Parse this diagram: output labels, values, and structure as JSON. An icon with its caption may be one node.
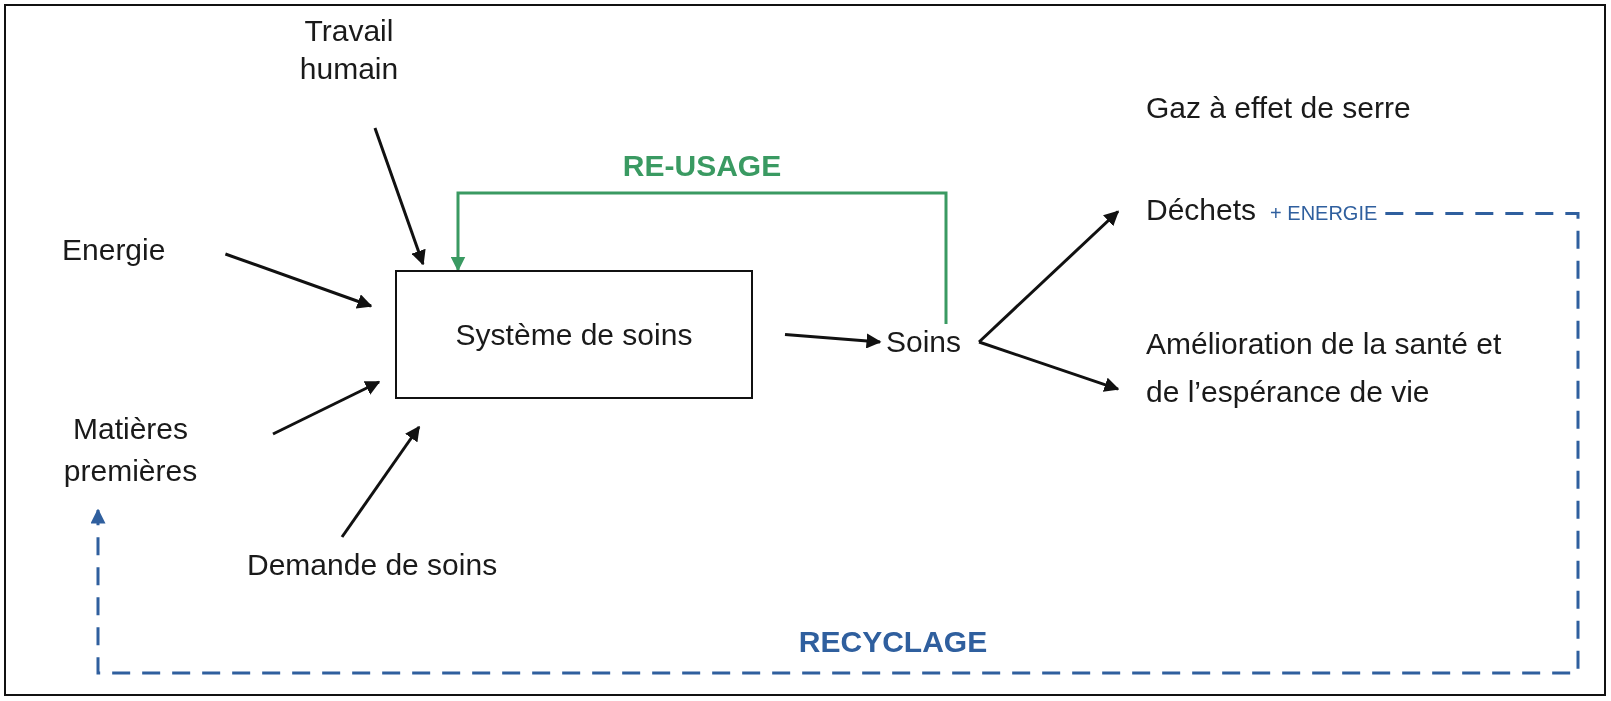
{
  "diagram": {
    "nodes": [
      {
        "text": [
          "Travail humain"
        ]
      },
      {
        "text": [
          "Energie"
        ]
      },
      {
        "text": [
          "Matières premières"
        ]
      },
      {
        "text": [
          "Demande de soins"
        ]
      },
      {
        "text": [
          "Système de soins"
        ]
      },
      {
        "text": [
          "Soins"
        ]
      },
      {
        "text": [
          "Gaz à effet de serre"
        ]
      },
      {
        "text": [
          "Déchets"
        ],
        "beside": [
          "+ ENERGIE"
        ]
      },
      {
        "text": [
          "Amélioration de la santé et de l’espérance de vie"
        ]
      }
    ],
    "edges": [
      {
        "from": 0,
        "to": 4,
        "arrow": "to"
      },
      {
        "from": 1,
        "to": 4,
        "arrow": "to"
      },
      {
        "from": 2,
        "to": 4,
        "arrow": "to"
      },
      {
        "from": 3,
        "to": 4,
        "arrow": "to"
      },
      {
        "from": 4,
        "to": 5,
        "arrow": "to"
      },
      {
        "from": 5,
        "to": 7,
        "arrow": "to"
      },
      {
        "from": 5,
        "to": 8,
        "arrow": "to"
      },
      {
        "from": 5,
        "to": 4,
        "arrow": "to",
        "label": "RE-USAGE",
        "color": "#3a9a62"
      },
      {
        "from": 7,
        "to": 2,
        "arrow": "to",
        "label": "RECYCLAGE",
        "style": "dashed",
        "color": "#2f5f9e"
      }
    ]
  }
}
